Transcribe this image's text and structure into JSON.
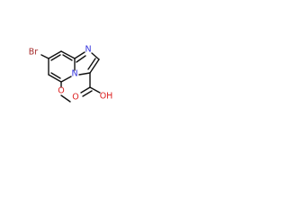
{
  "molecule": {
    "atoms": {
      "br": "Br",
      "o_methoxy": "O",
      "methyl": "",
      "n_imidazole": "N",
      "n_bridge": "N",
      "o_carbonyl": "O",
      "oh": "OH"
    },
    "colors": {
      "bond": "#111111",
      "nitrogen": "#3333dd",
      "oxygen": "#dd2222",
      "bromine": "#a52a2a"
    }
  }
}
